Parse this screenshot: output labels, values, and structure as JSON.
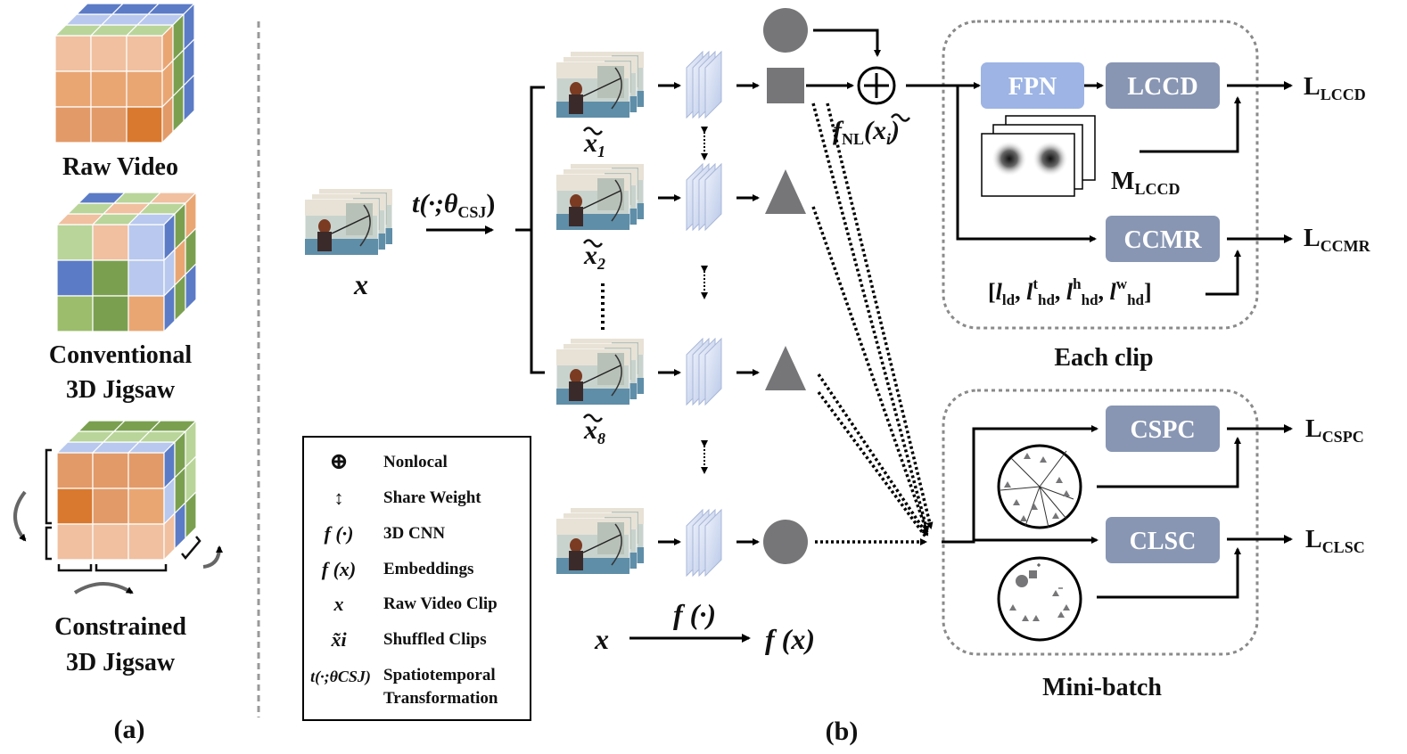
{
  "panel_a": {
    "label": "(a)",
    "cubes": [
      {
        "title": "Raw Video",
        "title2": ""
      },
      {
        "title": "Conventional",
        "title2": "3D Jigsaw"
      },
      {
        "title": "Constrained",
        "title2": "3D Jigsaw"
      }
    ]
  },
  "panel_b": {
    "label": "(b)",
    "input_var": "x",
    "transform_label": "t(·;θ",
    "transform_sub": "CSJ",
    "transform_close": ")",
    "clip_labels": [
      {
        "base": "x",
        "sub": "1"
      },
      {
        "base": "x",
        "sub": "2"
      },
      {
        "base": "x",
        "sub": "8"
      }
    ],
    "fnl": {
      "f": "f",
      "sub": "NL",
      "arg": "(x",
      "argsub": "i",
      "close": ")"
    },
    "bottom_equation": {
      "x": "x",
      "f": "f (·)",
      "fx": "f (x)"
    },
    "groups": [
      {
        "title": "Each clip"
      },
      {
        "title": "Mini-batch"
      }
    ],
    "modules": [
      {
        "id": "fpn",
        "label": "FPN"
      },
      {
        "id": "lccd",
        "label": "LCCD"
      },
      {
        "id": "ccmr",
        "label": "CCMR"
      },
      {
        "id": "cspc",
        "label": "CSPC"
      },
      {
        "id": "clsc",
        "label": "CLSC"
      }
    ],
    "losses": [
      {
        "main": "L",
        "sub": "LCCD"
      },
      {
        "main": "L",
        "sub": "CCMR"
      },
      {
        "main": "L",
        "sub": "CSPC"
      },
      {
        "main": "L",
        "sub": "CLSC"
      }
    ],
    "mask_label": {
      "main": "M",
      "sub": "LCCD"
    },
    "ccmr_inputs": "[l_ld, l^t_hd, l^h_hd, l^w_hd]",
    "ccmr_parts": [
      {
        "l": "l",
        "sup": "",
        "sub": "ld"
      },
      {
        "l": "l",
        "sup": "t",
        "sub": "hd"
      },
      {
        "l": "l",
        "sup": "h",
        "sub": "hd"
      },
      {
        "l": "l",
        "sup": "w",
        "sub": "hd"
      }
    ],
    "legend": [
      {
        "symbol": "⊕",
        "text": "Nonlocal"
      },
      {
        "symbol": "↕",
        "text": "Share Weight"
      },
      {
        "symbol": "f (·)",
        "text": "3D CNN"
      },
      {
        "symbol": "f (x)",
        "text": "Embeddings"
      },
      {
        "symbol": "x",
        "text": "Raw Video Clip"
      },
      {
        "symbol": "x̃i",
        "text": "Shuffled Clips"
      },
      {
        "symbol": "t(·;θCSJ)",
        "text": "Spatiotemporal",
        "text2": "Transformation"
      }
    ]
  },
  "colors": {
    "module_fill": "#8896b3",
    "fpn_fill": "#9db4e4",
    "shape_fill": "#767679",
    "dash_border": "#8a8a8a",
    "orange": "#e29a68",
    "green": "#7aa04f",
    "blue": "#5b7bc6"
  }
}
